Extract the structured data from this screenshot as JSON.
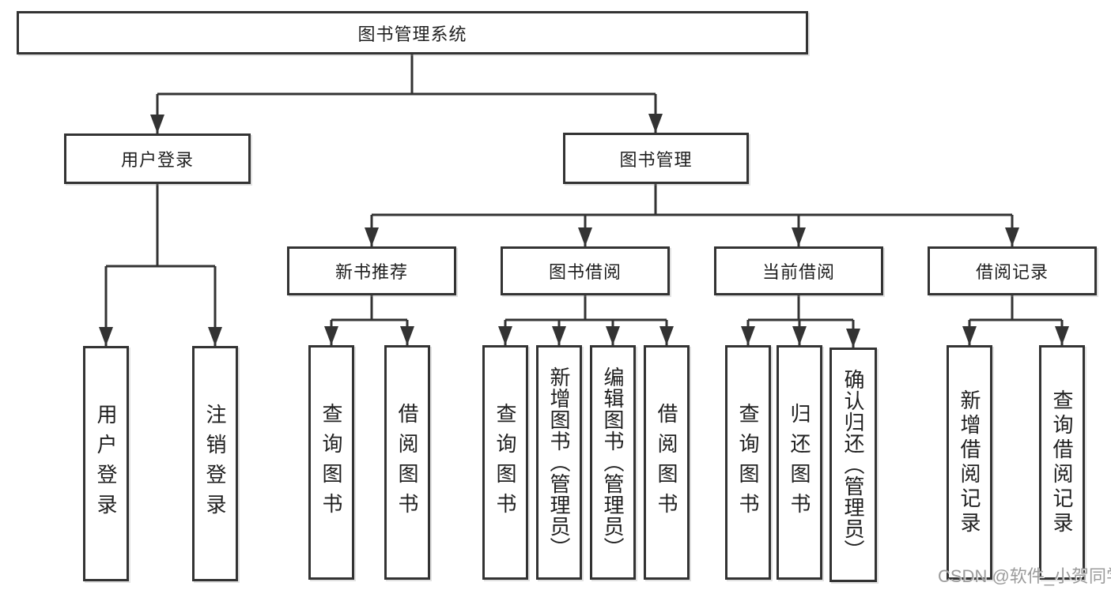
{
  "diagram": {
    "title": "图书管理系统",
    "colors": {
      "line": "#333333",
      "text": "#1f1f1f",
      "background": "#ffffff",
      "watermark_text": "#9b9b9b"
    },
    "root": {
      "label": "图书管理系统"
    },
    "branches": [
      {
        "label": "用户登录",
        "children": [
          {
            "label": "用户登录"
          },
          {
            "label": "注销登录"
          }
        ]
      },
      {
        "label": "图书管理",
        "children": [
          {
            "label": "新书推荐",
            "children": [
              {
                "label": "查询图书"
              },
              {
                "label": "借阅图书"
              }
            ]
          },
          {
            "label": "图书借阅",
            "children": [
              {
                "label": "查询图书"
              },
              {
                "label": "新增图书（管理员）"
              },
              {
                "label": "编辑图书（管理员）"
              },
              {
                "label": "借阅图书"
              }
            ]
          },
          {
            "label": "当前借阅",
            "children": [
              {
                "label": "查询图书"
              },
              {
                "label": "归还图书"
              },
              {
                "label": "确认归还（管理员）"
              }
            ]
          },
          {
            "label": "借阅记录",
            "children": [
              {
                "label": "新增借阅记录"
              },
              {
                "label": "查询借阅记录"
              }
            ]
          }
        ]
      }
    ],
    "watermark": "CSDN @软件_小贺同学"
  }
}
